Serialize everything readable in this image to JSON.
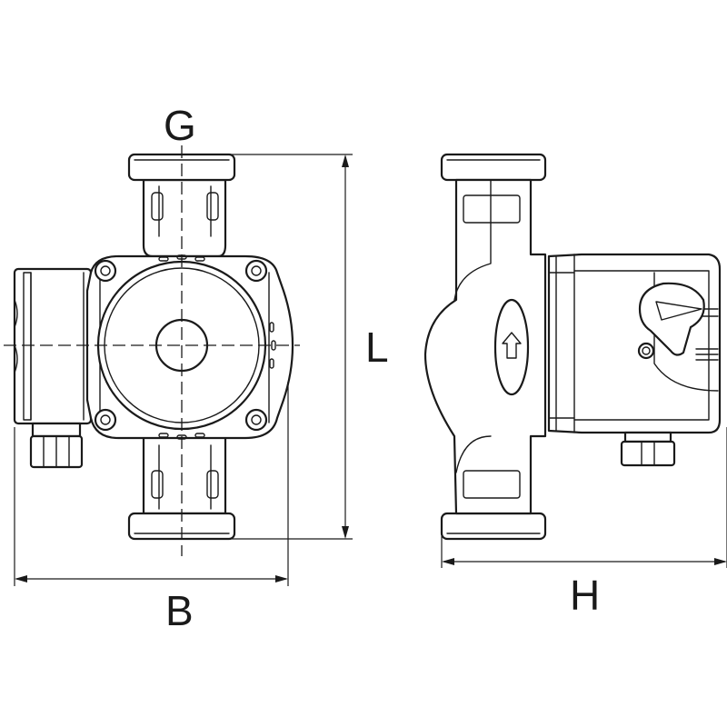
{
  "dimensions": {
    "g_label": "G",
    "l_label": "L",
    "b_label": "B",
    "h_label": "H"
  },
  "flow_direction_icon": "arrow-up-icon"
}
